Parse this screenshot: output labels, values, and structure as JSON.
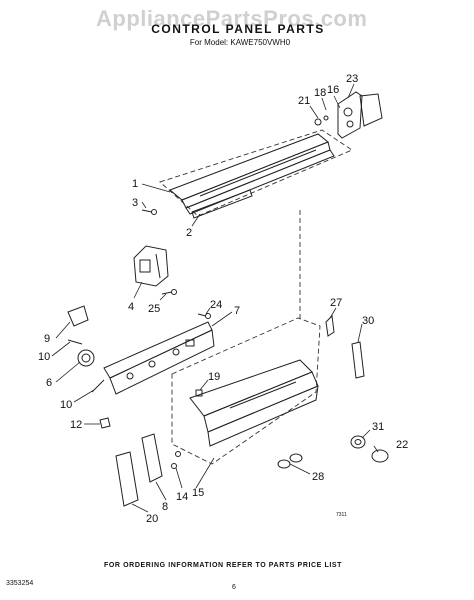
{
  "watermark": "AppliancePartsPros.com",
  "header": {
    "title": "CONTROL PANEL PARTS",
    "model_line": "For Model: KAWE750VWH0"
  },
  "footer": {
    "ordering_info": "FOR ORDERING INFORMATION REFER TO PARTS PRICE LIST",
    "doc_number": "3353254",
    "page_number": "6",
    "figure_code": "7311"
  },
  "callouts": [
    {
      "id": "c23",
      "label": "23"
    },
    {
      "id": "c16",
      "label": "16"
    },
    {
      "id": "c18",
      "label": "18"
    },
    {
      "id": "c21",
      "label": "21"
    },
    {
      "id": "c1",
      "label": "1"
    },
    {
      "id": "c3",
      "label": "3"
    },
    {
      "id": "c2",
      "label": "2"
    },
    {
      "id": "c4",
      "label": "4"
    },
    {
      "id": "c25",
      "label": "25"
    },
    {
      "id": "c24",
      "label": "24"
    },
    {
      "id": "c7",
      "label": "7"
    },
    {
      "id": "c27",
      "label": "27"
    },
    {
      "id": "c30",
      "label": "30"
    },
    {
      "id": "c9",
      "label": "9"
    },
    {
      "id": "c10a",
      "label": "10"
    },
    {
      "id": "c6",
      "label": "6"
    },
    {
      "id": "c10b",
      "label": "10"
    },
    {
      "id": "c19",
      "label": "19"
    },
    {
      "id": "c12",
      "label": "12"
    },
    {
      "id": "c31",
      "label": "31"
    },
    {
      "id": "c22",
      "label": "22"
    },
    {
      "id": "c28",
      "label": "28"
    },
    {
      "id": "c14",
      "label": "14"
    },
    {
      "id": "c15",
      "label": "15"
    },
    {
      "id": "c8",
      "label": "8"
    },
    {
      "id": "c20",
      "label": "20"
    }
  ]
}
